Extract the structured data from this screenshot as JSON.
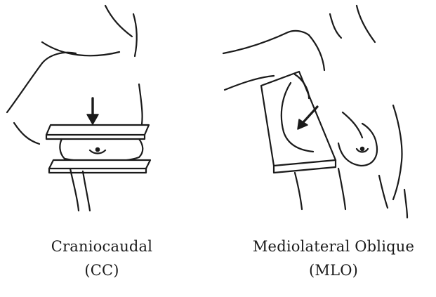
{
  "panels": {
    "cc": {
      "title": "Craniocaudal",
      "abbr": "(CC)"
    },
    "mlo": {
      "title": "Mediolateral Oblique",
      "abbr": "(MLO)"
    }
  },
  "colors": {
    "ink": "#1a1a1a",
    "background": "#ffffff"
  }
}
